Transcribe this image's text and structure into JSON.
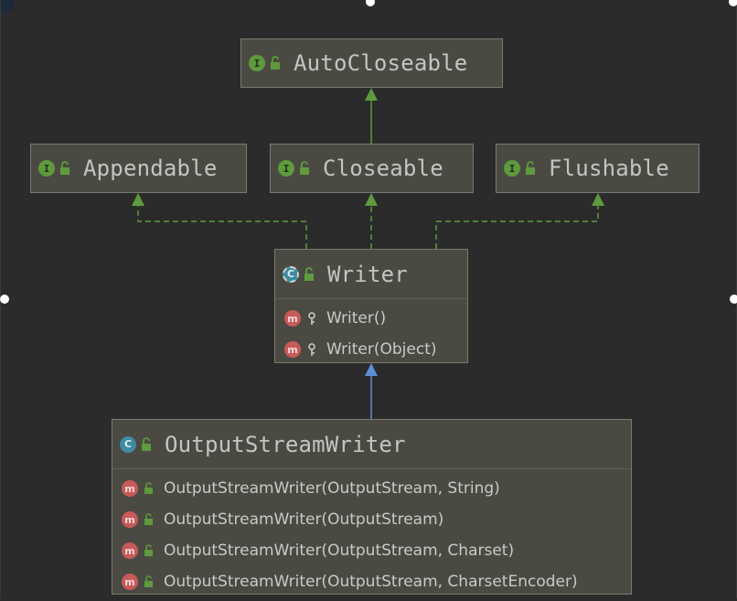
{
  "nodes": {
    "autocloseable": {
      "name": "AutoCloseable",
      "kind": "interface",
      "badge": "I"
    },
    "appendable": {
      "name": "Appendable",
      "kind": "interface",
      "badge": "I"
    },
    "closeable": {
      "name": "Closeable",
      "kind": "interface",
      "badge": "I"
    },
    "flushable": {
      "name": "Flushable",
      "kind": "interface",
      "badge": "I"
    },
    "writer": {
      "name": "Writer",
      "kind": "abstract-class",
      "badge": "C",
      "members": [
        "Writer()",
        "Writer(Object)"
      ]
    },
    "outputstreamwriter": {
      "name": "OutputStreamWriter",
      "kind": "class",
      "badge": "C",
      "members": [
        "OutputStreamWriter(OutputStream, String)",
        "OutputStreamWriter(OutputStream)",
        "OutputStreamWriter(OutputStream, Charset)",
        "OutputStreamWriter(OutputStream, CharsetEncoder)"
      ]
    }
  },
  "member_badge": "m",
  "edges": [
    {
      "from": "closeable",
      "to": "autocloseable",
      "type": "extends"
    },
    {
      "from": "writer",
      "to": "appendable",
      "type": "implements"
    },
    {
      "from": "writer",
      "to": "closeable",
      "type": "implements"
    },
    {
      "from": "writer",
      "to": "flushable",
      "type": "implements"
    },
    {
      "from": "outputstreamwriter",
      "to": "writer",
      "type": "extends"
    }
  ],
  "colors": {
    "background": "#2b2b2b",
    "node_fill": "#4a4a42",
    "node_border": "#7a7a72",
    "interface_badge": "#5f9a3e",
    "class_badge": "#3f8ba0",
    "method_badge": "#c85a5a",
    "interface_edge": "#5f9a3e",
    "class_edge": "#5b8fd6"
  },
  "icons": {
    "visibility_public": "open-lock-icon",
    "visibility_package": "key-icon"
  }
}
